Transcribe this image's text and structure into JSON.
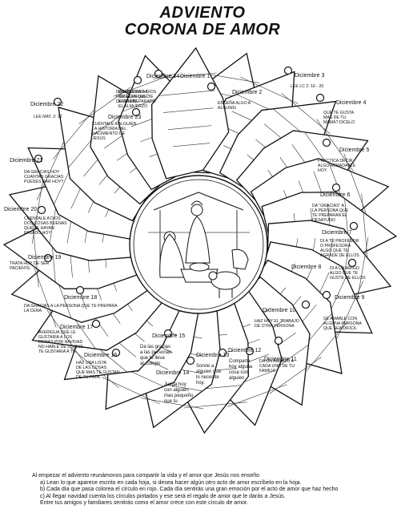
{
  "title": {
    "line1": "ADVIENTO",
    "line2": "CORONA DE AMOR"
  },
  "days": [
    {
      "label": "Diciembre 1",
      "text": [
        "DA GRACIAS A",
        "ALGUIEN QUE TE",
        "HAYA PREPARADO",
        "EL ALMUERZO"
      ]
    },
    {
      "label": "Diciembre 2",
      "text": [
        "ENSEÑA ALGO A",
        "ALGUIEN"
      ]
    },
    {
      "label": "Diciembre 3",
      "text": [
        "LEE LC 2: 16 - 20"
      ]
    },
    {
      "label": "Diciembre 4",
      "text": [
        "QUE TE GUSTA",
        "MAS DE TU",
        "MAMA? DICELO"
      ]
    },
    {
      "label": "Diciembre 5",
      "text": [
        "PRACTICA DECIR",
        "ALGO AGRADABLE",
        "HOY."
      ]
    },
    {
      "label": "Diciembre 6",
      "text": [
        "DA \"GRACIAS\" A",
        "LA PERSONA QUE",
        "TE PREPARAN EL",
        "DESAYUNO"
      ]
    },
    {
      "label": "Diciembre 7",
      "text": [
        "DI A TU PROFESOR",
        "O PROFESORA",
        "ALGO QUE TE",
        "AGRADE DE ELLOS"
      ]
    },
    {
      "label": "Diciembre 8",
      "text": [
        "DI A UN AMIGO",
        "ALGO QUE TE",
        "GUSTE DE ELLOS"
      ]
    },
    {
      "label": "Diciembre 9",
      "text": [
        "SE AMABLE CON",
        "ALGUNA PERSONA",
        "QUE SEA DIFICIL"
      ]
    },
    {
      "label": "Diciembre 10",
      "text": [
        "HAZ HOY EL TRABAJO",
        "DE OTRA PERSONA"
      ]
    },
    {
      "label": "Diciembre 11",
      "text": [
        "DA UN ABRAZO A",
        "CADA UNO DE TU",
        "FAMILIA"
      ]
    },
    {
      "label": "Diciembre 12",
      "text": [
        "Comparte",
        "hoy alguna",
        "cosa con",
        "alguien"
      ]
    },
    {
      "label": "Diciembre 13",
      "text": [
        "Sonrie a",
        "alguien que",
        "lo necesite",
        "hoy."
      ]
    },
    {
      "label": "Diciembre 14",
      "text": [
        "Juega hoy",
        "con alguien",
        "mas pequeño",
        "que tu"
      ]
    },
    {
      "label": "Diciembre 15",
      "text": [
        "Da las gracias",
        "a las personas",
        "que te lleva",
        "al colegio"
      ]
    },
    {
      "label": "Diciembre 16",
      "text": [
        "HAZ UNA LISTA",
        "DE LAS COSAS",
        "QUE MAS TE GUSTAN",
        "DE TU PAPA"
      ]
    },
    {
      "label": "Diciembre 17",
      "text": [
        "AVERIGUA QUE LE",
        "GUSTARIA A LOS",
        "DEMAS POR NAVIDAD",
        "NO HABLE DE LO QUE",
        "TE GUSTARIA A TI"
      ]
    },
    {
      "label": "Diciembre 18",
      "text": [
        "DA GRACIAS A  LA PERSONA QUE TE PREPARA",
        "LA CENA"
      ]
    },
    {
      "label": "Diciembre 19",
      "text": [
        "TRATA HOY DE SER",
        "PACIENTE"
      ]
    },
    {
      "label": "Diciembre 20",
      "text": [
        "CUENTALE A DIOS",
        "DOS COSAS BUENAS",
        "QUE TE HAYAN",
        "PASADO HOY"
      ]
    },
    {
      "label": "Diciembre 21",
      "text": [
        "DA GRACIAS HOY",
        "CUANTAS GRACIAS",
        "PUEDES DAR HOY?"
      ]
    },
    {
      "label": "Diciembre 22",
      "text": [
        "LEE MAT. 2: 12"
      ]
    },
    {
      "label": "Diciembre 23",
      "text": [
        "CUENTALE A ALGUIEN",
        "LA HISTORIA DEL",
        "NACIMIENTO DE",
        "JESUS"
      ]
    },
    {
      "label": "Diciembre 24",
      "text": [
        "DA GRACIAS A DIOS",
        "POR EL REGALO",
        "DE JESUS"
      ]
    }
  ],
  "instructions": {
    "intro": "Al empezar el adviento reunámonos para compartir la vida y el amor que Jesús nos enseño",
    "a": "a)  Lean lo que aparece escrito en cada hoja, si desea hacer algún otro acto de amor escríbelo en la hoja.",
    "b": "b)  Cada día que pasa colorea el círculo en rojo. Cada día sentirás una gran emoción por el acto de amor que haz hecho",
    "c": "c)  Al llegar navidad cuenta los círculos pintados y ese será el regalo de amor que le darás a Jesús.",
    "d": "Entre tus amigos y familiares sentirás como el amor crece con este círculo de amor."
  }
}
